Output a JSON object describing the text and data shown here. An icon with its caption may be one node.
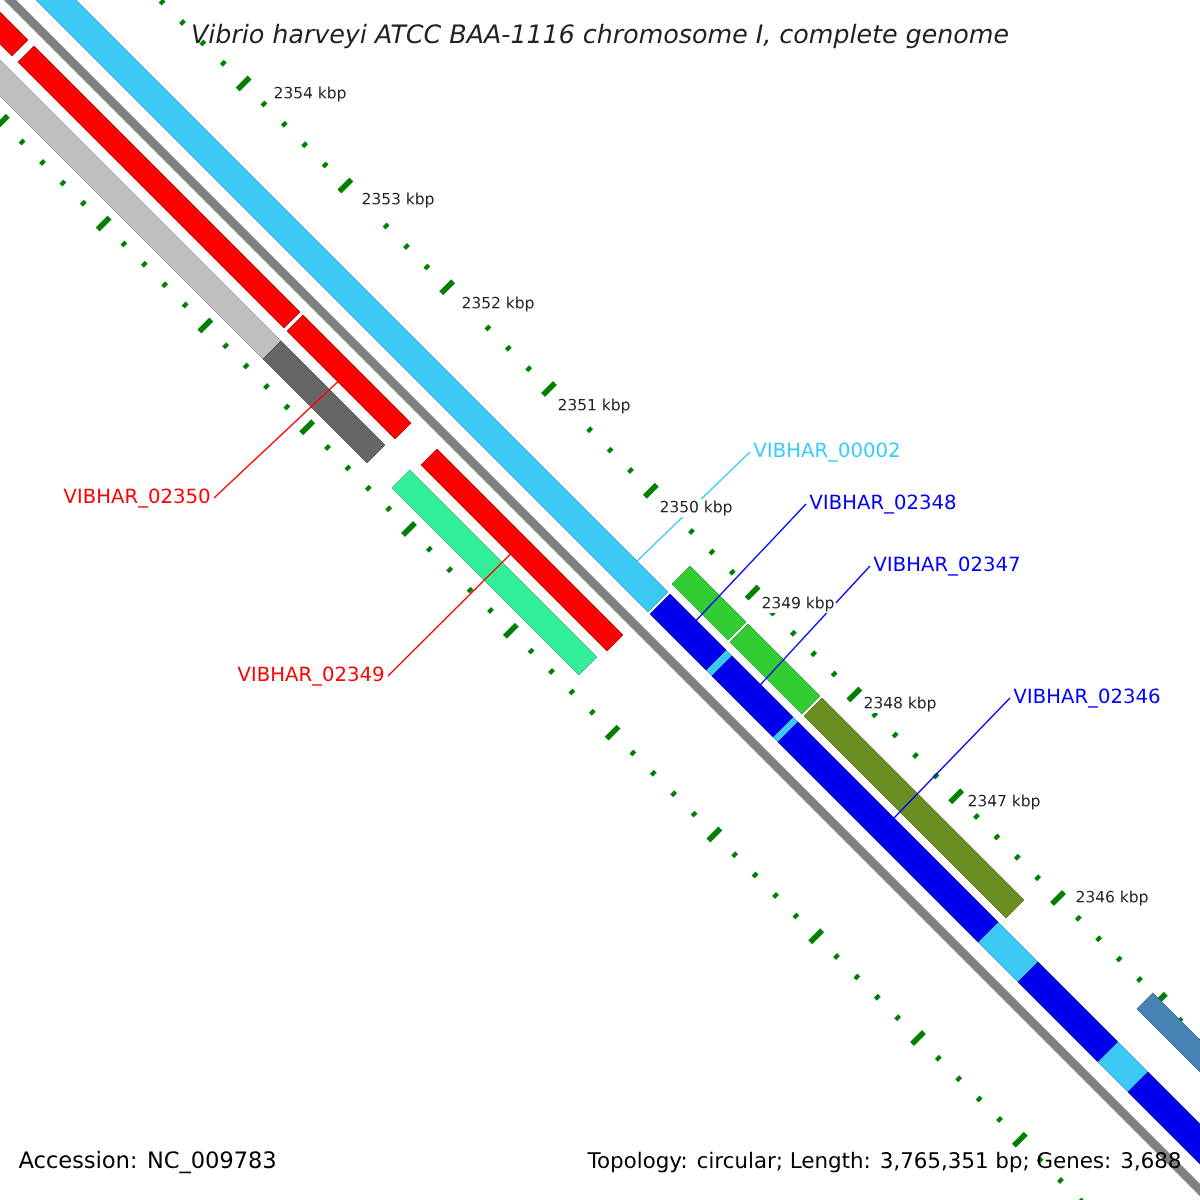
{
  "diagram": {
    "title": "Vibrio harveyi ATCC BAA-1116 chromosome I, complete genome",
    "nodes": [
      {
        "text": [
          "VIBHAR_00002"
        ]
      },
      {
        "text": [
          "VIBHAR_02348"
        ]
      },
      {
        "text": [
          "VIBHAR_02347"
        ]
      },
      {
        "text": [
          "VIBHAR_02346"
        ]
      },
      {
        "text": [
          "VIBHAR_02350"
        ]
      },
      {
        "text": [
          "VIBHAR_02349"
        ]
      },
      {
        "text": [],
        "shape": "bar"
      },
      {
        "text": [],
        "shape": "bar"
      },
      {
        "text": [],
        "shape": "bar"
      },
      {
        "text": [],
        "shape": "bar"
      },
      {
        "text": [],
        "shape": "bar"
      },
      {
        "text": [],
        "shape": "bar"
      }
    ],
    "edges": [
      {
        "from": 0,
        "to": 6,
        "arrow": "none",
        "color": "#33ccff"
      },
      {
        "from": 1,
        "to": 7,
        "arrow": "none",
        "color": "#0000ff"
      },
      {
        "from": 2,
        "to": 8,
        "arrow": "none",
        "color": "#0000ff"
      },
      {
        "from": 3,
        "to": 9,
        "arrow": "none",
        "color": "#0000ff"
      },
      {
        "from": 4,
        "to": 10,
        "arrow": "none",
        "color": "#ff0000"
      },
      {
        "from": 5,
        "to": 11,
        "arrow": "none",
        "color": "#ff0000"
      }
    ],
    "labels": [
      "2354 kbp",
      "2353 kbp",
      "2352 kbp",
      "2351 kbp",
      "2350 kbp",
      "2349 kbp",
      "2348 kbp",
      "2347 kbp",
      "2346 kbp",
      "Accession: NC_009783",
      "Topology: circular; Length: 3,765,351 bp; Genes: 3,688"
    ]
  }
}
